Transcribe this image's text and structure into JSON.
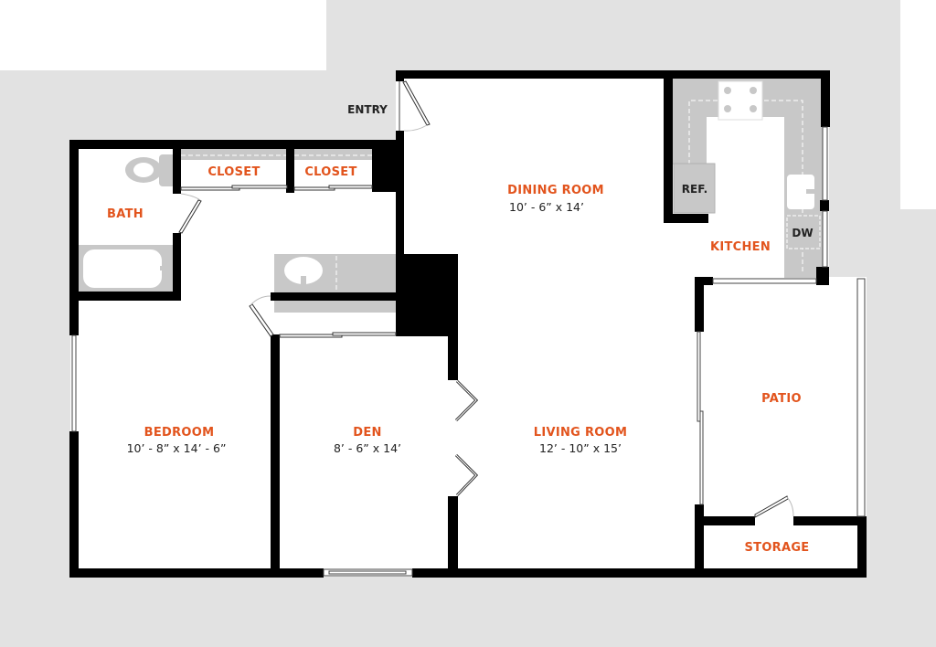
{
  "colors": {
    "label": "#e2541d",
    "wall": "#000000",
    "exterior": "#e2e2e2",
    "fixture": "#c8c8c8",
    "text": "#222222"
  },
  "entry": {
    "label": "ENTRY"
  },
  "rooms": {
    "bath": {
      "name": "BATH"
    },
    "closet1": {
      "name": "CLOSET"
    },
    "closet2": {
      "name": "CLOSET"
    },
    "dining": {
      "name": "DINING ROOM",
      "dimensions": "10’ - 6” x 14’"
    },
    "kitchen": {
      "name": "KITCHEN"
    },
    "bedroom": {
      "name": "BEDROOM",
      "dimensions": "10’ - 8” x 14’ - 6”"
    },
    "den": {
      "name": "DEN",
      "dimensions": "8’ - 6” x 14’"
    },
    "living": {
      "name": "LIVING ROOM",
      "dimensions": "12’ - 10” x 15’"
    },
    "patio": {
      "name": "PATIO"
    },
    "storage": {
      "name": "STORAGE"
    }
  },
  "fixtures": {
    "refrigerator": "REF.",
    "dishwasher": "DW",
    "stove": "stove-icon",
    "sink": "sink-icon",
    "toilet": "toilet-icon",
    "bathtub": "bathtub-icon"
  }
}
